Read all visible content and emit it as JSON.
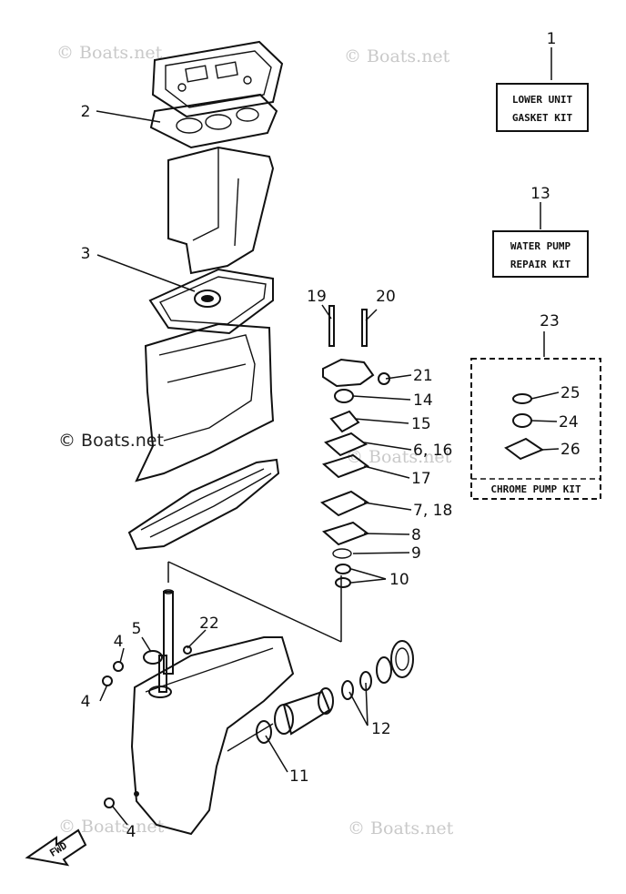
{
  "watermarks": {
    "top_left": "© Boats.net",
    "top_right": "© Boats.net",
    "middle_left": "© Boats.net",
    "middle_right": "© Boats.net",
    "bottom_left": "© Boats.net",
    "bottom_right": "© Boats.net"
  },
  "callouts": {
    "p1": "1",
    "p2": "2",
    "p3": "3",
    "p4a": "4",
    "p4b": "4",
    "p4c": "4",
    "p5": "5",
    "p6_16": "6, 16",
    "p7_18": "7, 18",
    "p8": "8",
    "p9": "9",
    "p10": "10",
    "p11": "11",
    "p12": "12",
    "p13": "13",
    "p14": "14",
    "p15": "15",
    "p17": "17",
    "p19": "19",
    "p20": "20",
    "p21": "21",
    "p22": "22",
    "p23": "23",
    "p24": "24",
    "p25": "25",
    "p26": "26"
  },
  "kits": {
    "lower_unit": {
      "line1": "LOWER UNIT",
      "line2": "GASKET KIT"
    },
    "water_pump": {
      "line1": "WATER PUMP",
      "line2": "REPAIR KIT"
    },
    "chrome_pump": {
      "label": "CHROME PUMP KIT"
    }
  },
  "direction_arrow": {
    "label": "FWD"
  }
}
